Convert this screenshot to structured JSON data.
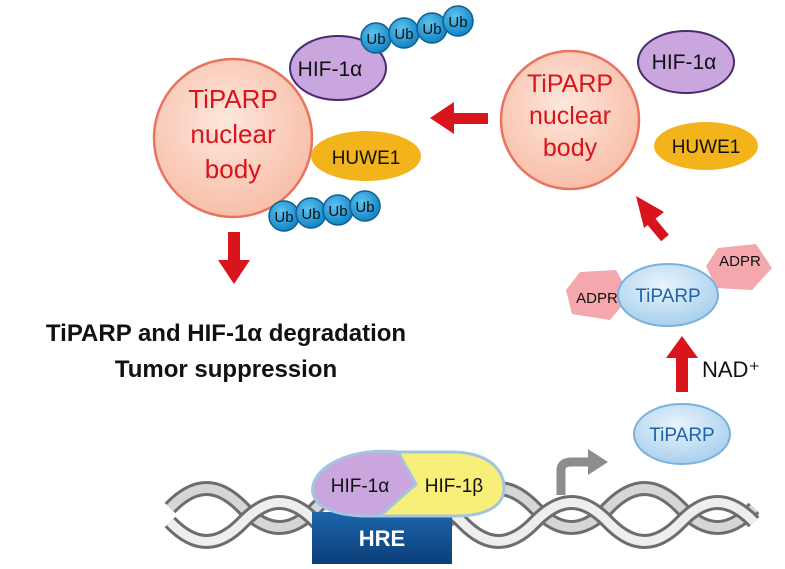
{
  "nuclear_body": {
    "line1": "TiPARP",
    "line2": "nuclear",
    "line3": "body"
  },
  "labels": {
    "hif1a": "HIF-1α",
    "hif1b": "HIF-1β",
    "huwe1": "HUWE1",
    "ub": "Ub",
    "tiparp": "TiPARP",
    "adpr": "ADPR",
    "nad": "NAD⁺",
    "hre": "HRE"
  },
  "outcome": {
    "line1": "TiPARP and HIF-1α degradation",
    "line2": "Tumor suppression"
  },
  "colors": {
    "arrow": "#d9141b",
    "nuclear_body_text": "#d9141b",
    "nuclear_body_fill": "#fbd3c4",
    "hif1a_fill": "#c9a6dd",
    "huwe1_fill": "#f3b31b",
    "ub_fill": "#1fa0dc",
    "tiparp_fill": "#bfdcf3",
    "tiparp_text": "#1f63a8",
    "adpr_fill": "#f4a7ad",
    "hre_fill": "#0f4f91",
    "hif1b_fill": "#f7ef7a"
  }
}
